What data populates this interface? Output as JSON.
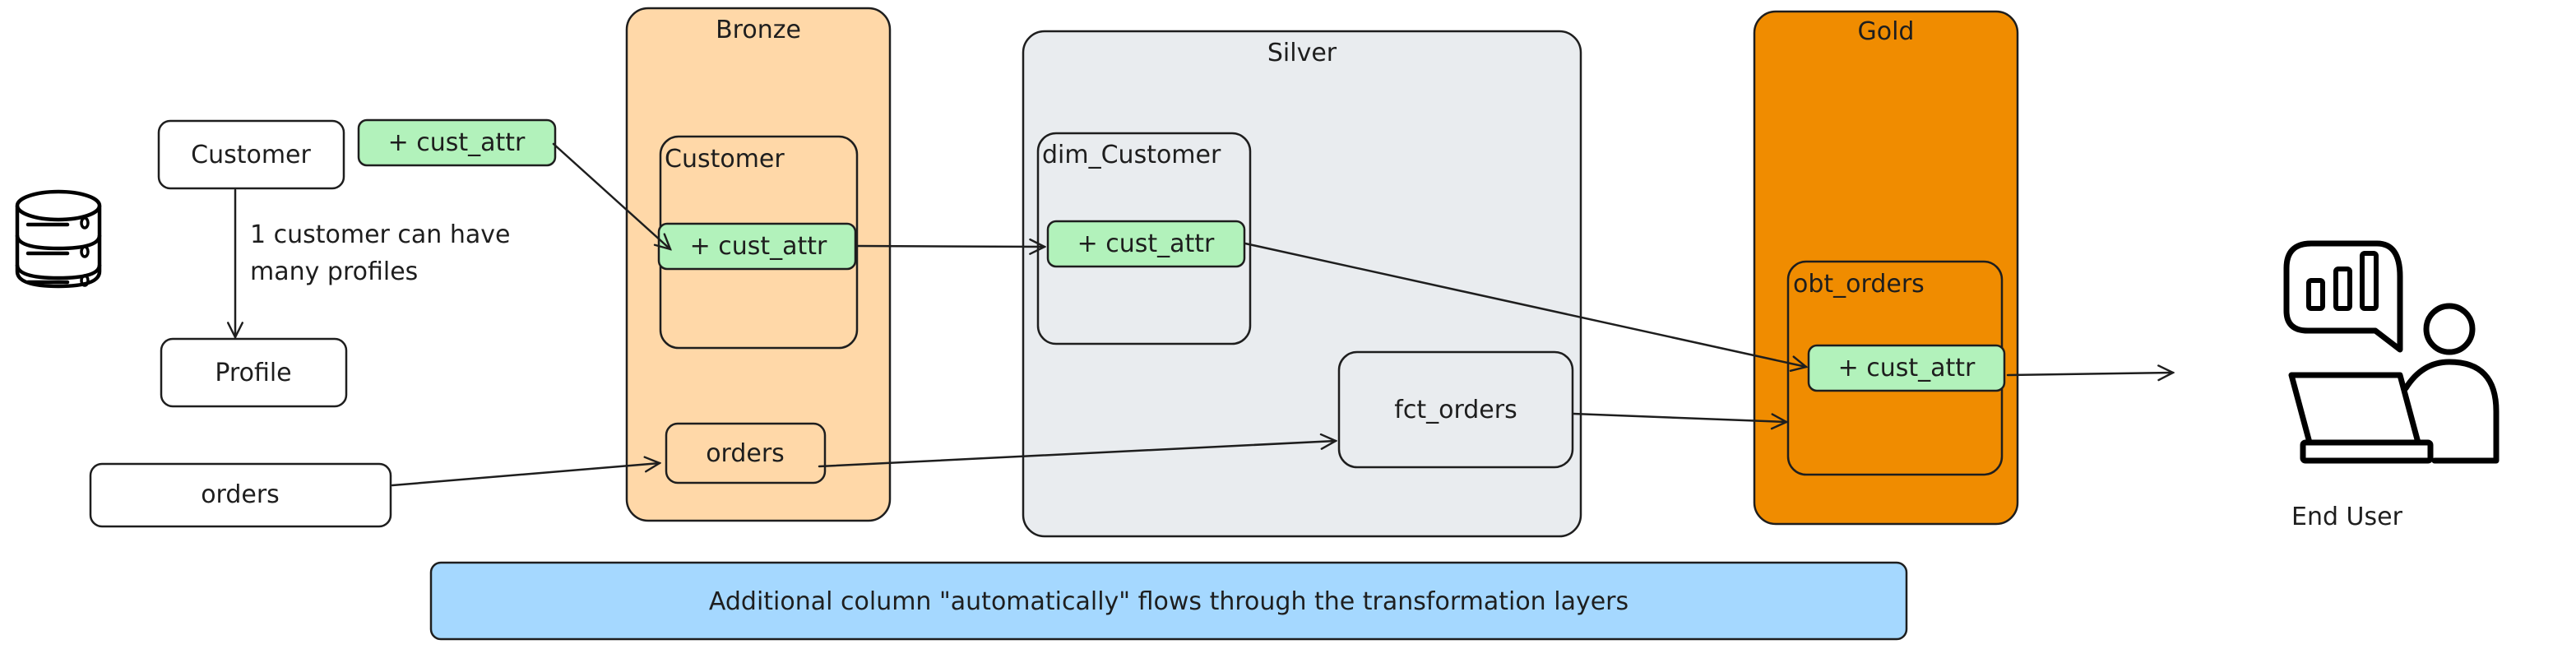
{
  "colors": {
    "bronze": "#ffd8a8",
    "silver": "#e9ecef",
    "gold": "#f08c00",
    "attr": "#b2f2bb",
    "banner": "#a5d8ff",
    "stroke": "#1e1e1e"
  },
  "source": {
    "database_icon": "database-icon",
    "customer_label": "Customer",
    "profile_label": "Profile",
    "orders_label": "orders",
    "new_attr_label": "+ cust_attr",
    "relation_note_line1": "1 customer can have",
    "relation_note_line2": "many profiles"
  },
  "layers": {
    "bronze": {
      "title": "Bronze",
      "customer_label": "Customer",
      "attr_label": "+ cust_attr",
      "orders_label": "orders"
    },
    "silver": {
      "title": "Silver",
      "dim_label": "dim_Customer",
      "attr_label": "+ cust_attr",
      "fct_label": "fct_orders"
    },
    "gold": {
      "title": "Gold",
      "obt_label": "obt_orders",
      "attr_label": "+ cust_attr"
    }
  },
  "consumer": {
    "icon": "end-user-dashboard-icon",
    "label": "End User"
  },
  "banner": {
    "text": "Additional column \"automatically\" flows through the transformation layers"
  }
}
